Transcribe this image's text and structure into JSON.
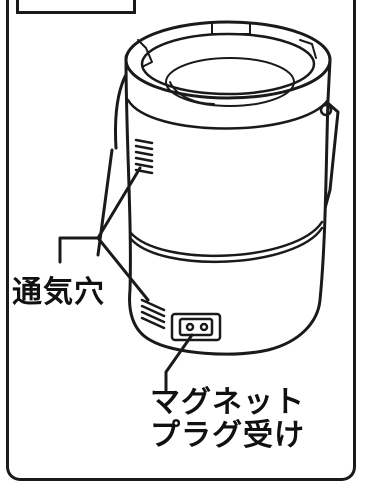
{
  "labels": {
    "vent": "通気穴",
    "magnet_line1": "マグネット",
    "magnet_line2": "プラグ受け"
  },
  "colors": {
    "ink": "#1a1a1a",
    "background": "#ffffff"
  }
}
